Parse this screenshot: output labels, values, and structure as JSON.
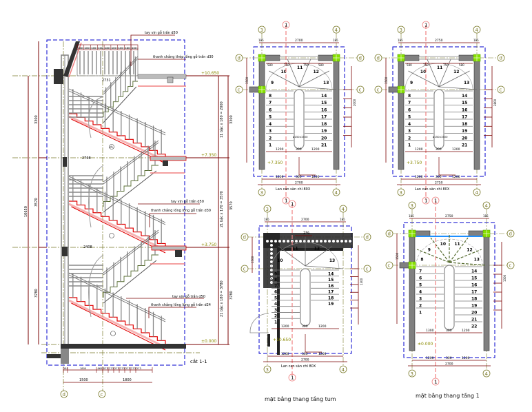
{
  "drawing": {
    "section": {
      "title": "cắt 1-1",
      "annotations": [
        "tay vịn gỗ trần d50",
        "thanh chắng thép lồng gỗ trần d30",
        "tay vịn gỗ trần d50",
        "thanh chắng lồng lồng gỗ trần d30",
        "tay vịn gỗ trần d50",
        "thanh chắng lồng lồng gỗ trần d24"
      ],
      "levels": [
        "+10.650",
        "+7.350",
        "+3.750",
        "±0.000"
      ],
      "flight_labels": [
        "11 bậc x 180 = 2000",
        "21 bậc x 170 = 3570",
        "21 bậc x 180 = 3780"
      ],
      "right_dims": [
        "3300",
        "3570",
        "3780"
      ],
      "left_dims": [
        "3300",
        "10650",
        "3570",
        "3780"
      ],
      "top_dims": [
        "180",
        "100",
        "100",
        "100",
        "180",
        "100",
        "100",
        "180",
        "100"
      ],
      "landing_dim": "2731",
      "mid_dim": "2708",
      "lower_dim": "2408",
      "bottom_dims_row1": [
        "185",
        "1800",
        "8650",
        "273",
        "273",
        "273",
        "273",
        "273",
        "273",
        "273"
      ],
      "bottom_dims_row2": [
        "1500",
        "1800"
      ],
      "axes": [
        "d",
        "c"
      ],
      "section_mark": "ch"
    },
    "plan_mid": {
      "caption": "",
      "axes_top": [
        "3",
        "4"
      ],
      "axes_side": [
        "d",
        "c"
      ],
      "section_mark": "1",
      "top_dims": [
        "185",
        "2700",
        "185"
      ],
      "tread_dims": [
        "580",
        "750",
        "750",
        "580"
      ],
      "steps_left": [
        "1",
        "2",
        "3",
        "4",
        "5",
        "6",
        "7",
        "8"
      ],
      "steps_winder": [
        "9",
        "10",
        "11",
        "12",
        "13"
      ],
      "steps_right": [
        "14",
        "15",
        "16",
        "17",
        "18",
        "19",
        "20",
        "21"
      ],
      "bottom_dims": [
        "1200",
        "300",
        "1200"
      ],
      "bottom_dims2": [
        "1200",
        "300",
        "1200"
      ],
      "total_dim": "2700",
      "level": "+7.350",
      "note": "Lan can sàn chỉ 80X",
      "well_label": "ø150x1500",
      "side_dims": [
        "1500",
        "2000",
        "1300",
        "2800"
      ]
    },
    "plan_top_right": {
      "caption": "",
      "axes_top": [
        "3",
        "4"
      ],
      "axes_side": [
        "d",
        "c"
      ],
      "section_mark": "1",
      "top_dims": [
        "185",
        "2750",
        "185"
      ],
      "tread_dims": [
        "580",
        "750",
        "750",
        "580"
      ],
      "steps_left": [
        "1",
        "2",
        "3",
        "4",
        "5",
        "6",
        "7",
        "8"
      ],
      "steps_winder": [
        "9",
        "10",
        "11",
        "12",
        "13"
      ],
      "steps_right": [
        "14",
        "15",
        "16",
        "17",
        "18",
        "19",
        "20",
        "21"
      ],
      "bottom_dims": [
        "1200",
        "300",
        "1200"
      ],
      "total_dim": "2750",
      "level": "+3.750",
      "note": "Lan can sàn chỉ 80X",
      "well_label": "ø150x1500",
      "side_dims": [
        "1500",
        "2800",
        "1300"
      ]
    },
    "plan_roof": {
      "caption": "mặt bằng thang tầng tum",
      "axes_top": [
        "3",
        "4"
      ],
      "axes_side": [
        "d",
        "c"
      ],
      "section_mark": "1",
      "top_dims": [
        "185",
        "2700",
        "185"
      ],
      "slope_label": "2%",
      "steps_left": [
        "1",
        "2",
        "3",
        "4",
        "5",
        "6",
        "7",
        "8",
        "9"
      ],
      "steps_winder": [
        "10",
        "11",
        "12",
        "13"
      ],
      "steps_right": [
        "14",
        "15",
        "16",
        "17",
        "18",
        "19"
      ],
      "bottom_dims": [
        "1200",
        "300",
        "1200"
      ],
      "total_dim": "2700",
      "level": "+10.650",
      "note": "Lan can sàn chỉ 80X",
      "side_dims": [
        "1500",
        "1300",
        "2800"
      ]
    },
    "plan_ground": {
      "caption": "mặt bằng thang tầng 1",
      "axes_top": [
        "3",
        "4"
      ],
      "axes_side": [
        "d",
        "c"
      ],
      "section_mark": "1",
      "top_dims": [
        "185",
        "2750",
        "185"
      ],
      "steps_left": [
        "1",
        "2",
        "3",
        "4",
        "5",
        "6",
        "7"
      ],
      "steps_winder": [
        "8",
        "9",
        "10",
        "11",
        "12",
        "13"
      ],
      "steps_right": [
        "14",
        "15",
        "16",
        "17",
        "18",
        "19",
        "20",
        "21",
        "22"
      ],
      "bottom_dims": [
        "1300",
        "300",
        "1200"
      ],
      "bottom_dims2": [
        "1200",
        "300",
        "1200"
      ],
      "total_dim": "2700",
      "level": "±0.000",
      "side_dims": [
        "1500",
        "1300"
      ]
    }
  },
  "colors": {
    "dim": "#7a0000",
    "border": "#0000cc",
    "axis": "#7a7a2a",
    "section_line": "#f08080",
    "column": "#88e000",
    "wall": "#808080",
    "stair_red": "#e00000",
    "level_text": "#8a8a00"
  }
}
